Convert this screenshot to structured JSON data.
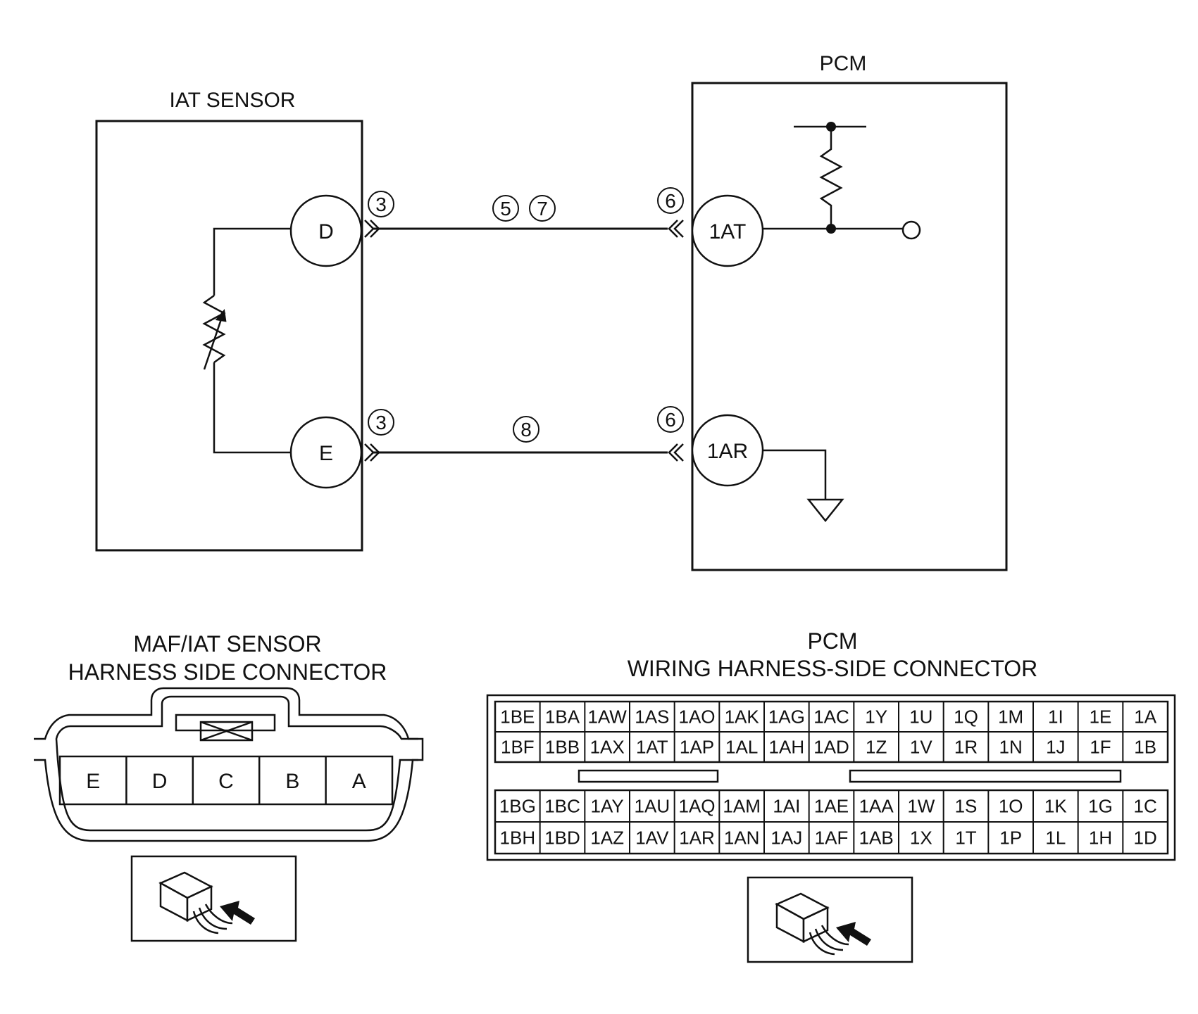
{
  "schematic": {
    "iat_sensor_label": "IAT SENSOR",
    "pcm_label": "PCM",
    "sensor_pins": [
      "D",
      "E"
    ],
    "pcm_pins": [
      "1AT",
      "1AR"
    ],
    "wire_refs": {
      "sensor_top": "3",
      "sensor_bottom": "3",
      "pcm_top": "6",
      "pcm_bottom": "6",
      "mid_top": [
        "5",
        "7"
      ],
      "mid_bottom": "8"
    }
  },
  "maf_connector": {
    "title_line1": "MAF/IAT SENSOR",
    "title_line2": "HARNESS SIDE CONNECTOR",
    "pins": [
      "E",
      "D",
      "C",
      "B",
      "A"
    ]
  },
  "pcm_connector": {
    "title_line1": "PCM",
    "title_line2": "WIRING HARNESS-SIDE CONNECTOR",
    "upper_rows": [
      [
        "1BE",
        "1BA",
        "1AW",
        "1AS",
        "1AO",
        "1AK",
        "1AG",
        "1AC",
        "1Y",
        "1U",
        "1Q",
        "1M",
        "1I",
        "1E",
        "1A"
      ],
      [
        "1BF",
        "1BB",
        "1AX",
        "1AT",
        "1AP",
        "1AL",
        "1AH",
        "1AD",
        "1Z",
        "1V",
        "1R",
        "1N",
        "1J",
        "1F",
        "1B"
      ]
    ],
    "lower_rows": [
      [
        "1BG",
        "1BC",
        "1AY",
        "1AU",
        "1AQ",
        "1AM",
        "1AI",
        "1AE",
        "1AA",
        "1W",
        "1S",
        "1O",
        "1K",
        "1G",
        "1C"
      ],
      [
        "1BH",
        "1BD",
        "1AZ",
        "1AV",
        "1AR",
        "1AN",
        "1AJ",
        "1AF",
        "1AB",
        "1X",
        "1T",
        "1P",
        "1L",
        "1H",
        "1D"
      ]
    ]
  }
}
